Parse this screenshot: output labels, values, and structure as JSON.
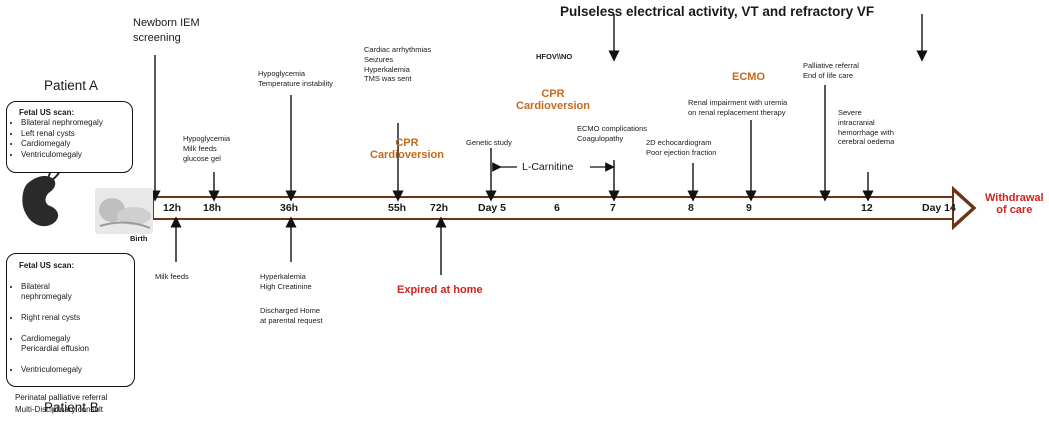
{
  "header": {
    "newborn_screening": "Newborn IEM\nscreening",
    "top_banner": "Pulseless electrical activity, VT and refractory VF"
  },
  "patient_a": {
    "label": "Patient A",
    "box_title": "Fetal US scan:",
    "items": [
      "Bilateral nephromegaly",
      "Left renal cysts",
      "Cardiomegaly",
      "Ventriculomegaly"
    ]
  },
  "patient_b": {
    "label": "Patient B",
    "box_title": "Fetal US scan:",
    "items": [
      "Bilateral\nnephromegaly",
      "Right renal cysts",
      "Cardiomegaly\nPericardial effusion",
      "Ventriculomegaly"
    ],
    "extra": "Perinatal palliative referral\nMulti-Disciplinary consult"
  },
  "birth_label": "Birth",
  "timeline": {
    "ticks": [
      "12h",
      "18h",
      "36h",
      "55h",
      "72h",
      "Day 5",
      "6",
      "7",
      "8",
      "9",
      "12",
      "Day 14"
    ],
    "end_label": "Withdrawal\nof care",
    "carnitine": "L-Carnitine"
  },
  "events_above": {
    "hypo_milk": "Hypoglycemia\nMilk feeds\nglucose gel",
    "hypo_temp": "Hypoglycemia\nTemperature instability",
    "cardiac": "Cardiac arrhythmias\nSeizures\nHyperkalemia\nTMS was sent",
    "cpr1": "CPR\nCardioversion",
    "genetic": "Genetic study",
    "hfov": "HFOV\\\\NO",
    "cpr2": "CPR\nCardioversion",
    "ecmo_comp": "ECMO complications\nCoagulopathy",
    "echo": "2D echocardiogram\nPoor ejection fraction",
    "ecmo": "ECMO",
    "renal": "Renal impairment with uremia\non renal replacement therapy",
    "palliative": "Palliative referral\nEnd of life care",
    "ich": "Severe\nintracranial\nhemorrhage with\ncerebral oedema"
  },
  "events_below": {
    "milk_feeds": "Milk feeds",
    "hyperk": "Hyperkalemia\nHigh Creatinine",
    "discharged": "Discharged Home\nat parental request",
    "expired": "Expired at home"
  },
  "colors": {
    "timeline_fill": "#7a3d1a",
    "accent_orange": "#c46a1e",
    "accent_red": "#d0241f"
  }
}
